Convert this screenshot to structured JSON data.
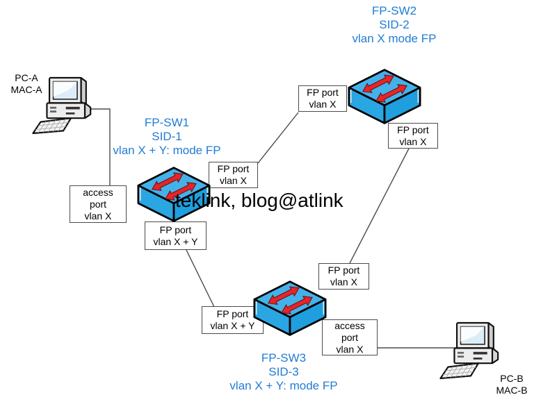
{
  "watermark": "teklink, blog@atlink",
  "colors": {
    "label_blue": "#1f7cd4",
    "switch_top": "#44b2ea",
    "switch_left": "#2aa6e2",
    "switch_right": "#1f9fdd",
    "arrow_red": "#e52528",
    "line_gray": "#4a4a4a"
  },
  "switches": {
    "sw1": {
      "name": "FP-SW1",
      "sid": "SID-1",
      "mode": "vlan X + Y: mode FP"
    },
    "sw2": {
      "name": "FP-SW2",
      "sid": "SID-2",
      "mode": "vlan X mode FP"
    },
    "sw3": {
      "name": "FP-SW3",
      "sid": "SID-3",
      "mode": "vlan X + Y: mode FP"
    }
  },
  "hosts": {
    "pca": {
      "name": "PC-A",
      "mac": "MAC-A"
    },
    "pcb": {
      "name": "PC-B",
      "mac": "MAC-B"
    }
  },
  "ports": {
    "pca_access": {
      "l1": "access",
      "l2": "port",
      "l3": "vlan X"
    },
    "sw1_fp_up": {
      "l1": "FP port",
      "l2": "vlan X"
    },
    "sw1_fp_down": {
      "l1": "FP port",
      "l2": "vlan X + Y"
    },
    "sw2_fp_left": {
      "l1": "FP port",
      "l2": "vlan X"
    },
    "sw2_fp_right": {
      "l1": "FP port",
      "l2": "vlan X"
    },
    "sw3_fp_left": {
      "l1": "FP port",
      "l2": "vlan X + Y"
    },
    "sw3_fp_up": {
      "l1": "FP port",
      "l2": "vlan X"
    },
    "sw3_access": {
      "l1": "access",
      "l2": "port",
      "l3": "vlan X"
    }
  },
  "connections": [
    "PC-A to access port vlan X (FP-SW1)",
    "FP-SW1 FP port vlan X to FP-SW2 FP port vlan X",
    "FP-SW2 FP port vlan X to FP-SW3 FP port vlan X",
    "FP-SW1 FP port vlan X + Y to FP-SW3 FP port vlan X + Y",
    "FP-SW3 access port vlan X to PC-B"
  ]
}
